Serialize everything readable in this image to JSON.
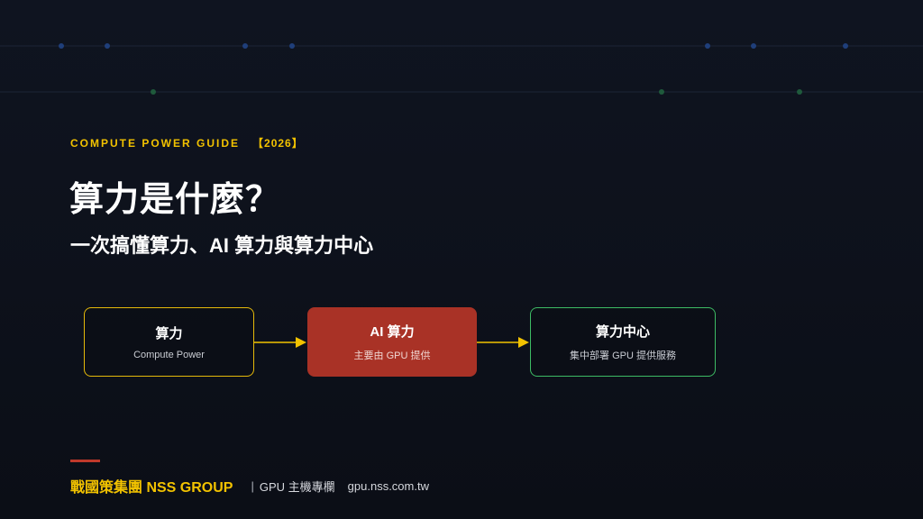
{
  "eyebrow": {
    "label": "COMPUTE POWER GUIDE",
    "year": "【2026】"
  },
  "title": "算力是什麼？",
  "subtitle": "一次搞懂算力、AI 算力與算力中心",
  "flow": [
    {
      "title": "算力",
      "subtitle": "Compute Power"
    },
    {
      "title": "AI 算力",
      "subtitle": "主要由 GPU 提供"
    },
    {
      "title": "算力中心",
      "subtitle": "集中部署 GPU 提供服務"
    }
  ],
  "footer": {
    "brand": "戰國策集團 NSS GROUP",
    "separator": "|",
    "section": "GPU 主機專欄",
    "domain": "gpu.nss.com.tw"
  },
  "colors": {
    "accent_yellow": "#f2c200",
    "box_red": "#a93226",
    "box_green": "#3dbb64",
    "accent_bar": "#c0392b",
    "background": "#0f1420"
  },
  "icons": {
    "flow_connector": "arrow-right-icon",
    "background_decoration": "circuit-lines"
  }
}
